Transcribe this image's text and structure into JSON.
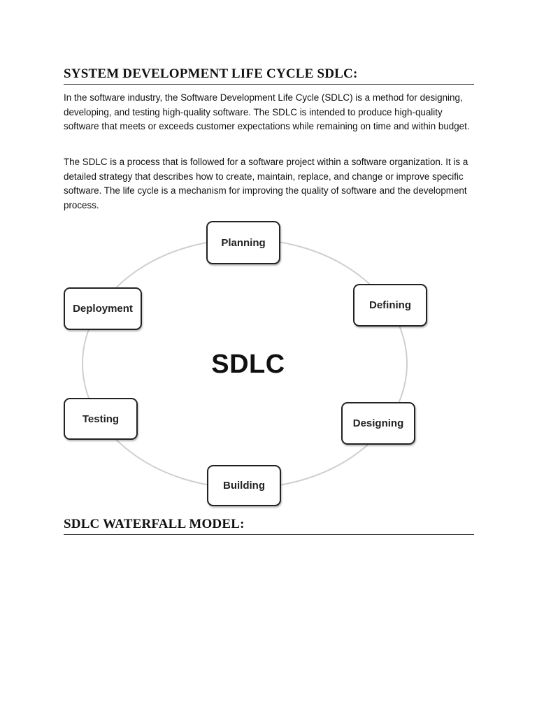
{
  "section_1": {
    "heading": "SYSTEM DEVELOPMENT LIFE CYCLE SDLC:",
    "paragraphs": [
      "In the software industry, the Software Development Life Cycle (SDLC) is a method for designing, developing, and testing high-quality software. The SDLC is intended to produce high-quality software that meets or exceeds customer expectations while remaining on time and within budget.",
      "The SDLC is a process that is followed for a software project within a software organization. It is a detailed strategy that describes how to create, maintain, replace, and change or improve specific software. The life cycle is a mechanism for improving the quality of software and the development process."
    ]
  },
  "diagram": {
    "center": "SDLC",
    "phases": [
      "Planning",
      "Defining",
      "Designing",
      "Building",
      "Testing",
      "Deployment"
    ]
  },
  "section_2": {
    "heading": "SDLC WATERFALL MODEL:"
  }
}
